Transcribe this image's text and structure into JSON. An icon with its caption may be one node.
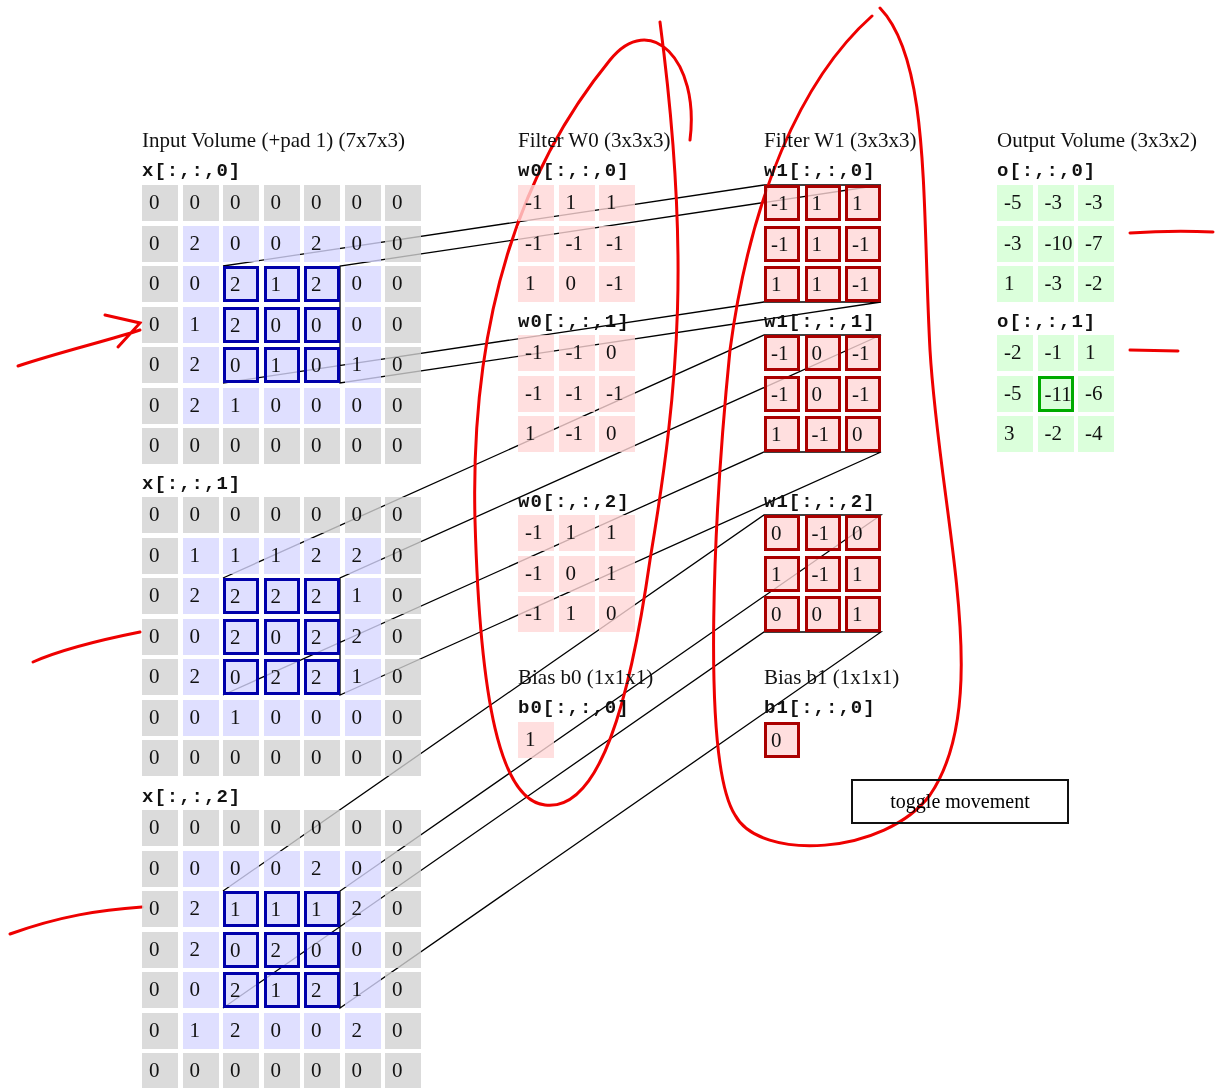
{
  "diagram": {
    "nodes": [
      {
        "text": [
          "2",
          "1",
          "2",
          "2",
          "0",
          "0",
          "0",
          "1",
          "0"
        ]
      },
      {
        "text": [
          "2",
          "2",
          "2",
          "2",
          "0",
          "2",
          "0",
          "2",
          "2"
        ]
      },
      {
        "text": [
          "1",
          "1",
          "1",
          "0",
          "2",
          "0",
          "2",
          "1",
          "2"
        ]
      },
      {
        "text": [
          "-1",
          "1",
          "1",
          "-1",
          "1",
          "-1",
          "1",
          "1",
          "-1"
        ]
      },
      {
        "text": [
          "-1",
          "0",
          "-1",
          "-1",
          "0",
          "-1",
          "1",
          "-1",
          "0"
        ]
      },
      {
        "text": [
          "0",
          "-1",
          "0",
          "1",
          "-1",
          "1",
          "0",
          "0",
          "1"
        ]
      },
      {
        "text": [
          "-11"
        ]
      },
      {
        "text": [
          "0"
        ]
      }
    ],
    "edges": [
      {
        "from": 0,
        "to": 3,
        "arrow": "none"
      },
      {
        "from": 1,
        "to": 4,
        "arrow": "none"
      },
      {
        "from": 2,
        "to": 5,
        "arrow": "none"
      }
    ],
    "labels": [
      "Input Volume (+pad 1) (7x7x3)",
      "x[:,:,0]",
      "0",
      "0",
      "0",
      "0",
      "0",
      "0",
      "0",
      "0",
      "2",
      "0",
      "0",
      "2",
      "0",
      "0",
      "0",
      "0",
      "0",
      "0",
      "0",
      "1",
      "0",
      "0",
      "0",
      "2",
      "1",
      "0",
      "0",
      "2",
      "1",
      "0",
      "0",
      "0",
      "0",
      "0",
      "0",
      "0",
      "0",
      "0",
      "0",
      "0",
      "x[:,:,1]",
      "0",
      "0",
      "0",
      "0",
      "0",
      "0",
      "0",
      "0",
      "1",
      "1",
      "1",
      "2",
      "2",
      "0",
      "0",
      "2",
      "1",
      "0",
      "0",
      "0",
      "2",
      "0",
      "0",
      "2",
      "1",
      "0",
      "0",
      "0",
      "1",
      "0",
      "0",
      "0",
      "0",
      "0",
      "0",
      "0",
      "0",
      "0",
      "0",
      "0",
      "x[:,:,2]",
      "0",
      "0",
      "0",
      "0",
      "0",
      "0",
      "0",
      "0",
      "0",
      "0",
      "0",
      "2",
      "0",
      "0",
      "0",
      "2",
      "2",
      "0",
      "0",
      "2",
      "0",
      "0",
      "0",
      "0",
      "1",
      "0",
      "0",
      "1",
      "2",
      "0",
      "0",
      "2",
      "0",
      "0",
      "0",
      "0",
      "0",
      "0",
      "0",
      "0",
      "Filter W0 (3x3x3)",
      "w0[:,:,0]",
      "-1",
      "1",
      "1",
      "-1",
      "-1",
      "-1",
      "1",
      "0",
      "-1",
      "w0[:,:,1]",
      "-1",
      "-1",
      "0",
      "-1",
      "-1",
      "-1",
      "1",
      "-1",
      "0",
      "w0[:,:,2]",
      "-1",
      "1",
      "1",
      "-1",
      "0",
      "1",
      "-1",
      "1",
      "0",
      "Bias b0 (1x1x1)",
      "b0[:,:,0]",
      "1",
      "Filter W1 (3x3x3)",
      "w1[:,:,0]",
      "w1[:,:,1]",
      "w1[:,:,2]",
      "Bias b1 (1x1x1)",
      "b1[:,:,0]",
      "Output Volume (3x3x2)",
      "o[:,:,0]",
      "-5",
      "-3",
      "-3",
      "-3",
      "-10",
      "-7",
      "1",
      "-3",
      "-2",
      "o[:,:,1]",
      "-2",
      "-1",
      "1",
      "-5",
      "-6",
      "3",
      "-2",
      "-4",
      "toggle movement"
    ]
  }
}
